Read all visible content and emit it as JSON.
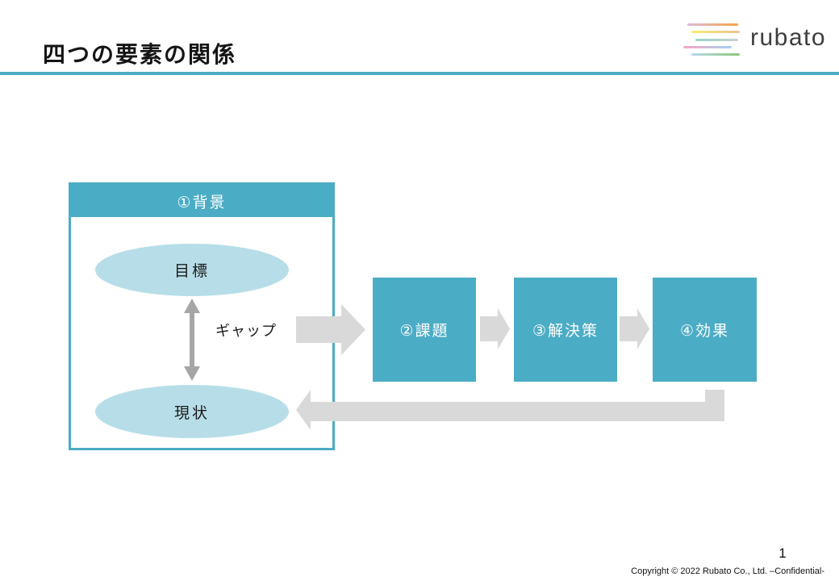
{
  "slide": {
    "title": "四つの要素の関係",
    "page_number": "1",
    "copyright": "Copyright © 2022 Rubato Co., Ltd. –Confidential-"
  },
  "logo": {
    "text": "rubato",
    "line_gradients": [
      [
        "#debadf",
        "#f7a541"
      ],
      [
        "#f9ee71",
        "#ecc392"
      ],
      [
        "#93d6c5",
        "#cbcfd2"
      ],
      [
        "#f6a6c5",
        "#a7d1f2"
      ],
      [
        "#b9d9ec",
        "#8cc878"
      ]
    ]
  },
  "diagram": {
    "background_label": "①背景",
    "goal_label": "目標",
    "gap_label": "ギャップ",
    "current_label": "現状",
    "issue_label": "②課題",
    "solution_label": "③解決策",
    "effect_label": "④効果"
  },
  "colors": {
    "teal": "#4BACC6",
    "light_blue_fill": "#B7DEE8",
    "block_arrow_gray": "#D9D9D9",
    "double_arrow_gray": "#A6A6A6",
    "title_rule": "#4BACC6"
  }
}
